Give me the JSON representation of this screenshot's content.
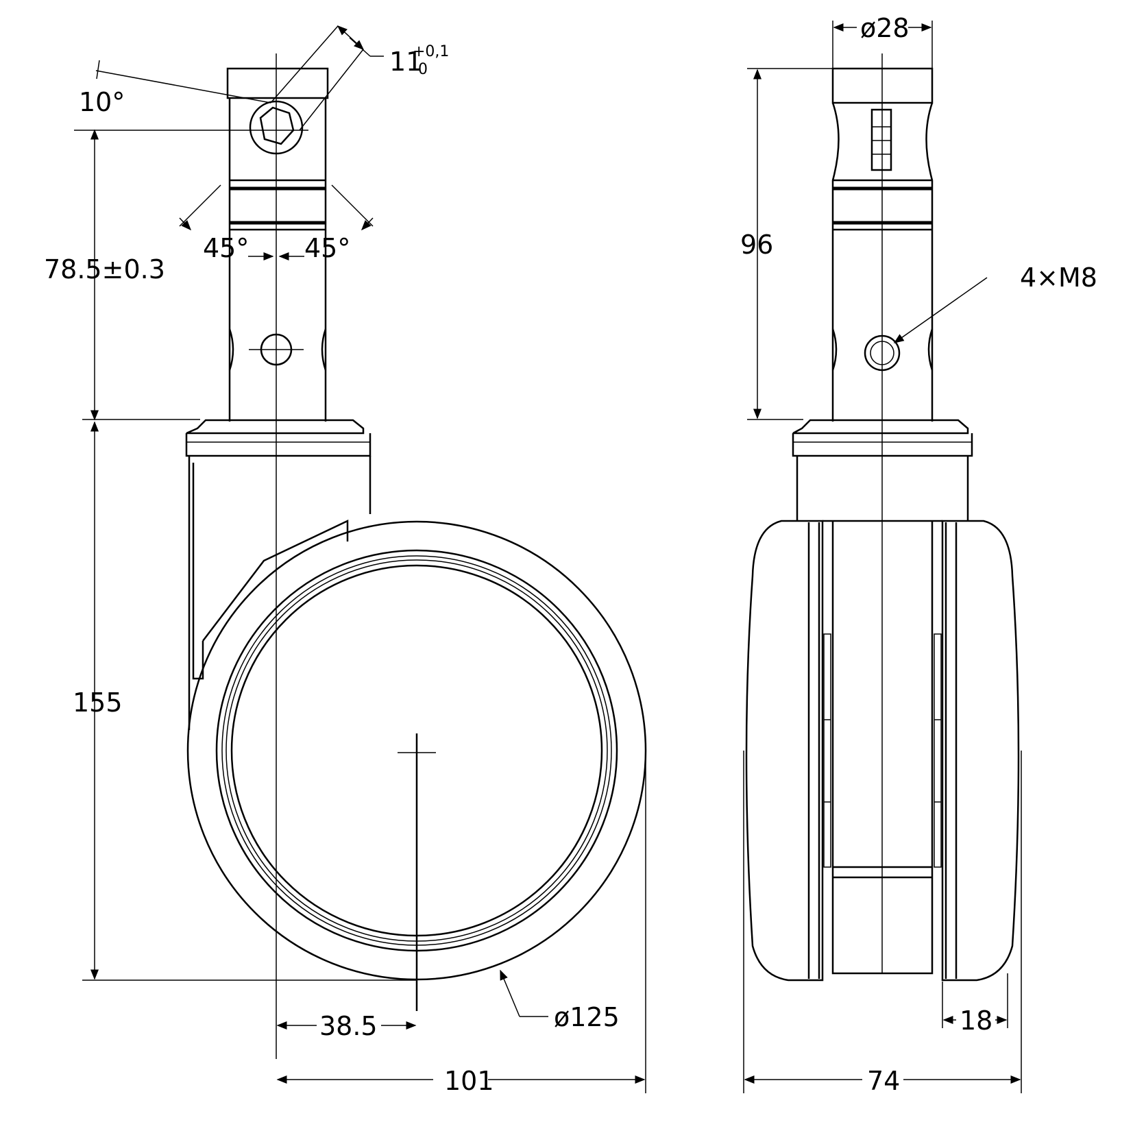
{
  "side_view": {
    "angle_10": "10°",
    "tol_base": "11",
    "tol_upper": "+0,1",
    "tol_lower": "-0",
    "angle_left": "45°",
    "angle_right": "45°",
    "height_stem": "78.5±0.3",
    "height_wheel": "155",
    "offset": "38.5",
    "wheel_diameter": "ø125",
    "overall_width": "101"
  },
  "front_view": {
    "stem_diameter": "ø28",
    "stem_height": "96",
    "thread_note": "4×M8",
    "tread_width": "18",
    "overall_width": "74"
  }
}
